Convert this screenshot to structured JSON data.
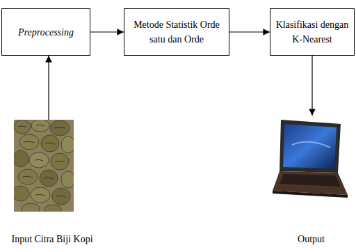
{
  "diagram": {
    "nodes": [
      {
        "text": [
          "Preprocessing"
        ]
      },
      {
        "text": [
          "Metode Statistik Orde satu dan Orde"
        ]
      },
      {
        "text": [
          "Klasifikasi dengan K-Nearest"
        ]
      },
      {
        "text": [
          "Input Citra Biji Kopi"
        ]
      },
      {
        "text": [
          "Output"
        ]
      }
    ],
    "edges": [
      {
        "from": 3,
        "to": 0,
        "arrow": "to"
      },
      {
        "from": 0,
        "to": 1,
        "arrow": "to"
      },
      {
        "from": 1,
        "to": 2,
        "arrow": "to"
      },
      {
        "from": 2,
        "to": 4,
        "arrow": "to"
      }
    ]
  }
}
